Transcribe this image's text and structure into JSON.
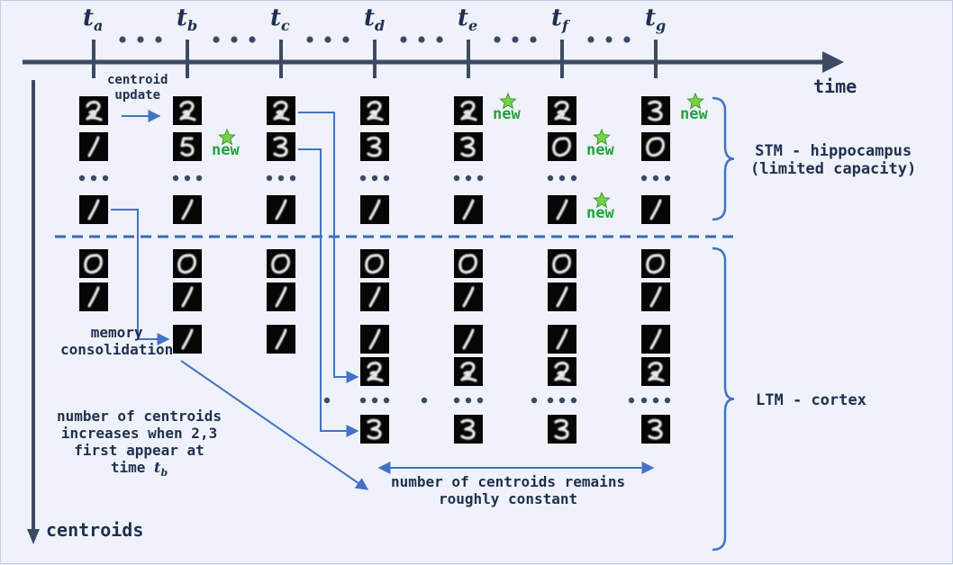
{
  "time_axis": {
    "label": "time",
    "ticks": [
      {
        "base": "t",
        "sub": "a"
      },
      {
        "base": "t",
        "sub": "b"
      },
      {
        "base": "t",
        "sub": "c"
      },
      {
        "base": "t",
        "sub": "d"
      },
      {
        "base": "t",
        "sub": "e"
      },
      {
        "base": "t",
        "sub": "f"
      },
      {
        "base": "t",
        "sub": "g"
      }
    ]
  },
  "centroid_axis": {
    "label": "centroids"
  },
  "annotations": {
    "centroid_update": "centroid\nupdate",
    "memory_consolidation": "memory\nconsolidation",
    "increase_note": "number of centroids\nincreases when 2,3\nfirst appear at\ntime ",
    "increase_note_t": {
      "base": "t",
      "sub": "b"
    },
    "constant_note": "number of centroids remains\nroughly constant",
    "new_label": "new"
  },
  "memory_regions": {
    "stm": "STM - hippocampus\n(limited capacity)",
    "ltm": "LTM - cortex"
  },
  "columns": [
    {
      "time": "a",
      "stm": [
        "2",
        "1",
        "1"
      ],
      "ltm": [
        "0",
        "1"
      ],
      "new": []
    },
    {
      "time": "b",
      "stm": [
        "2",
        "5",
        "1"
      ],
      "ltm": [
        "0",
        "1",
        "1"
      ],
      "new": [
        "stm-1"
      ]
    },
    {
      "time": "c",
      "stm": [
        "2",
        "3",
        "1"
      ],
      "ltm": [
        "0",
        "1",
        "1"
      ],
      "new": []
    },
    {
      "time": "d",
      "stm": [
        "2",
        "3",
        "1"
      ],
      "ltm": [
        "0",
        "1",
        "1",
        "2",
        "3"
      ],
      "new": []
    },
    {
      "time": "e",
      "stm": [
        "2",
        "3",
        "1"
      ],
      "ltm": [
        "0",
        "1",
        "1",
        "2",
        "3"
      ],
      "new": [
        "stm-0"
      ]
    },
    {
      "time": "f",
      "stm": [
        "2",
        "0",
        "1"
      ],
      "ltm": [
        "0",
        "1",
        "1",
        "2",
        "3"
      ],
      "new": [
        "stm-1",
        "stm-2"
      ]
    },
    {
      "time": "g",
      "stm": [
        "3",
        "0",
        "1"
      ],
      "ltm": [
        "0",
        "1",
        "1",
        "2",
        "3"
      ],
      "new": [
        "stm-0"
      ]
    }
  ],
  "colors": {
    "axis": "#3d4a63",
    "arrow": "#4472c4",
    "new_star": "#7bd04a",
    "new_text": "#23a23c",
    "tile_bg": "#060606",
    "digit_stroke": "#e8e8e8"
  }
}
